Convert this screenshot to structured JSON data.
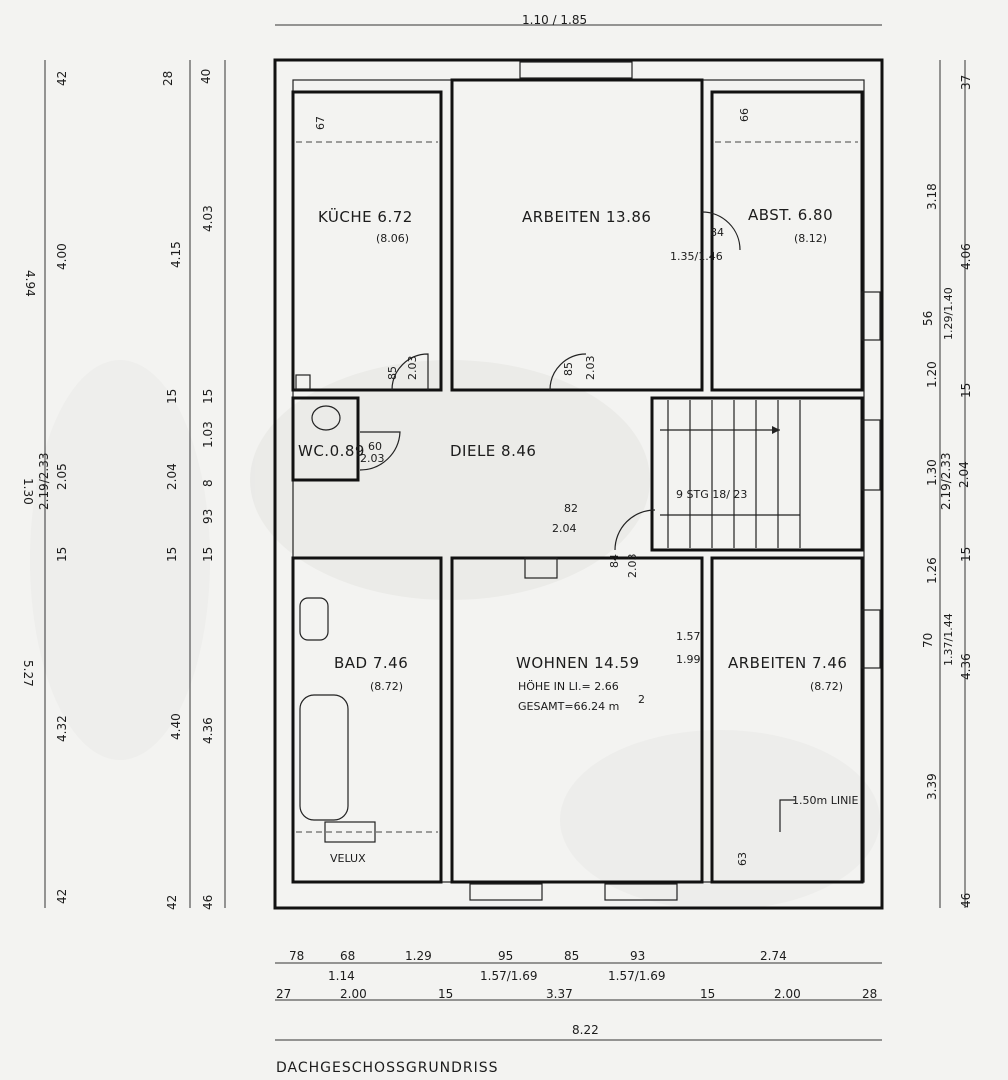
{
  "rooms": {
    "kueche": {
      "name": "KÜCHE 6.72",
      "area_alt": "(8.06)"
    },
    "arbeiten1": {
      "name": "ARBEITEN 13.86"
    },
    "abst": {
      "name": "ABST. 6.80",
      "area_alt": "(8.12)"
    },
    "wc": {
      "name": "WC.0.89"
    },
    "diele": {
      "name": "DIELE 8.46"
    },
    "bad": {
      "name": "BAD 7.46",
      "area_alt": "(8.72)"
    },
    "wohnen": {
      "name": "WOHNEN 14.59",
      "note1": "HÖHE IN LI.= 2.66",
      "note2": "GESAMT=66.24 m",
      "note2_sup": "2"
    },
    "arbeiten2": {
      "name": "ARBEITEN 7.46",
      "area_alt": "(8.72)"
    }
  },
  "labels": {
    "stairs": "9 STG 18/ 23",
    "velux": "VELUX",
    "linie": "1.50m LINIE",
    "title": "DACHGESCHOSSGRUNDRISS"
  },
  "openings": {
    "door_arbeiten_abst_a": "84",
    "door_arbeiten_abst_b": "1.35/1.46",
    "door_kueche_a": "85",
    "door_kueche_b": "2.03",
    "door_arbeiten_a": "85",
    "door_arbeiten_b": "2.03",
    "door_wc_a": "60",
    "door_wc_b": "2.03",
    "door_stair_a": "82",
    "door_stair_b": "2.04",
    "door_wohnen_a": "84",
    "door_wohnen_b": "2.03",
    "opening_wohnen_a": "1.57",
    "opening_wohnen_b": "1.99",
    "top_window": "1.10 / 1.85"
  },
  "dims_bottom_row1": [
    "78",
    "68",
    "1.29",
    "95",
    "85",
    "93",
    "2.74"
  ],
  "dims_bottom_row2": [
    "1.14",
    "1.57/1.69",
    "1.57/1.69"
  ],
  "dims_bottom_row3": [
    "27",
    "2.00",
    "15",
    "3.37",
    "15",
    "2.00",
    "28"
  ],
  "dims_bottom_total": "8.22",
  "dims_left_outer": [
    "4.94",
    "4.00",
    "1.30",
    "2.19/2.33",
    "2.05",
    "5.27",
    "4.32",
    "42",
    "42"
  ],
  "dims_left_inner": [
    "28",
    "40",
    "4.15",
    "4.03",
    "15",
    "15",
    "1.03",
    "2.04",
    "8",
    "93",
    "15",
    "15",
    "4.40",
    "4.36",
    "42",
    "46",
    "15"
  ],
  "dims_right_inner": [
    "3.18",
    "56",
    "1.20",
    "15",
    "1.30",
    "1.26",
    "70",
    "3.39",
    "46"
  ],
  "dims_right_window": [
    "1.29/1.40",
    "2.19/2.33",
    "1.37/1.44"
  ],
  "dims_right_outer": [
    "37",
    "4.06",
    "2.04",
    "15",
    "4.36"
  ],
  "dims_room_small": [
    "67",
    "66",
    "63"
  ]
}
